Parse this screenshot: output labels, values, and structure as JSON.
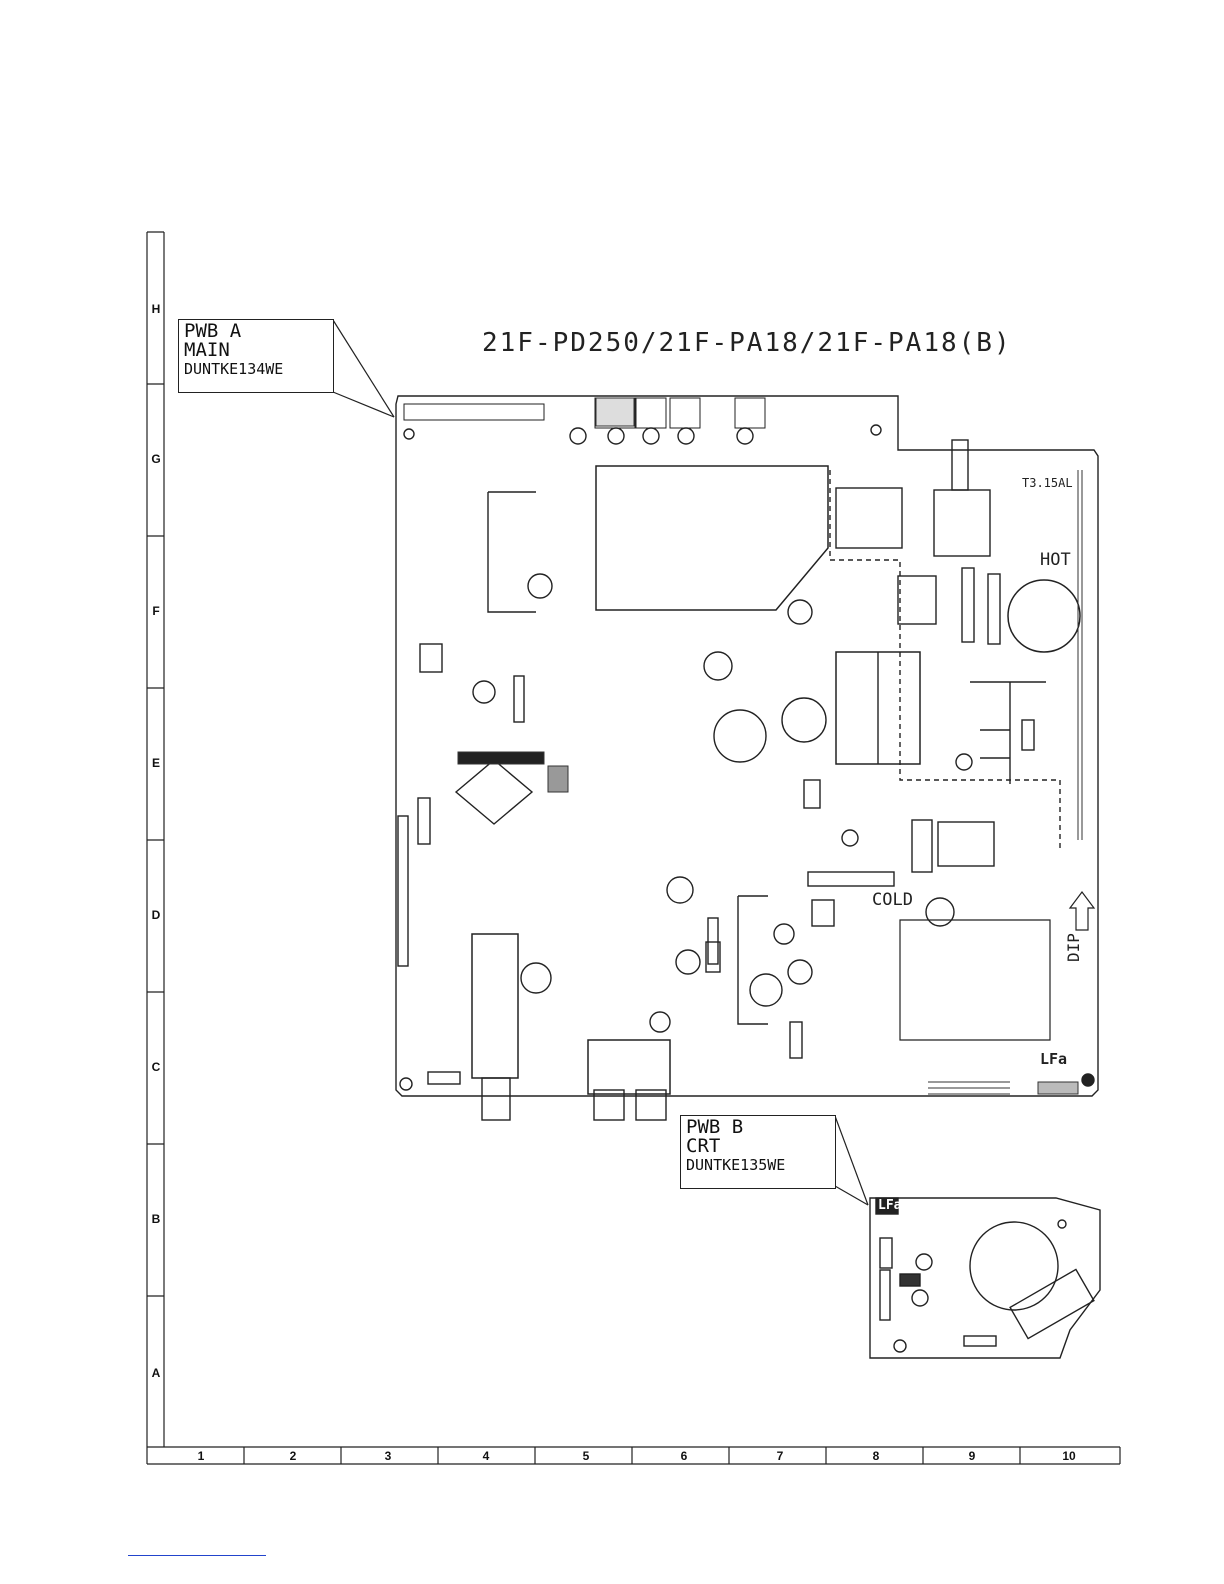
{
  "title": "21F-PD250/21F-PA18/21F-PA18(B)",
  "grid": {
    "rows": [
      "H",
      "G",
      "F",
      "E",
      "D",
      "C",
      "B",
      "A"
    ],
    "columns": [
      "1",
      "2",
      "3",
      "4",
      "5",
      "6",
      "7",
      "8",
      "9",
      "10"
    ]
  },
  "callouts": {
    "pwb_a": {
      "line1": "PWB A",
      "line2": "MAIN",
      "line3": "DUNTKE134WE"
    },
    "pwb_b": {
      "line1": "PWB B",
      "line2": "CRT",
      "line3": "DUNTKE135WE"
    }
  },
  "board_a_labels": {
    "hot": "HOT",
    "cold": "COLD",
    "dip": "DIP",
    "fuse": "T3.15AL",
    "lf": "LFa"
  },
  "board_b_labels": {
    "lf": "LFa"
  }
}
